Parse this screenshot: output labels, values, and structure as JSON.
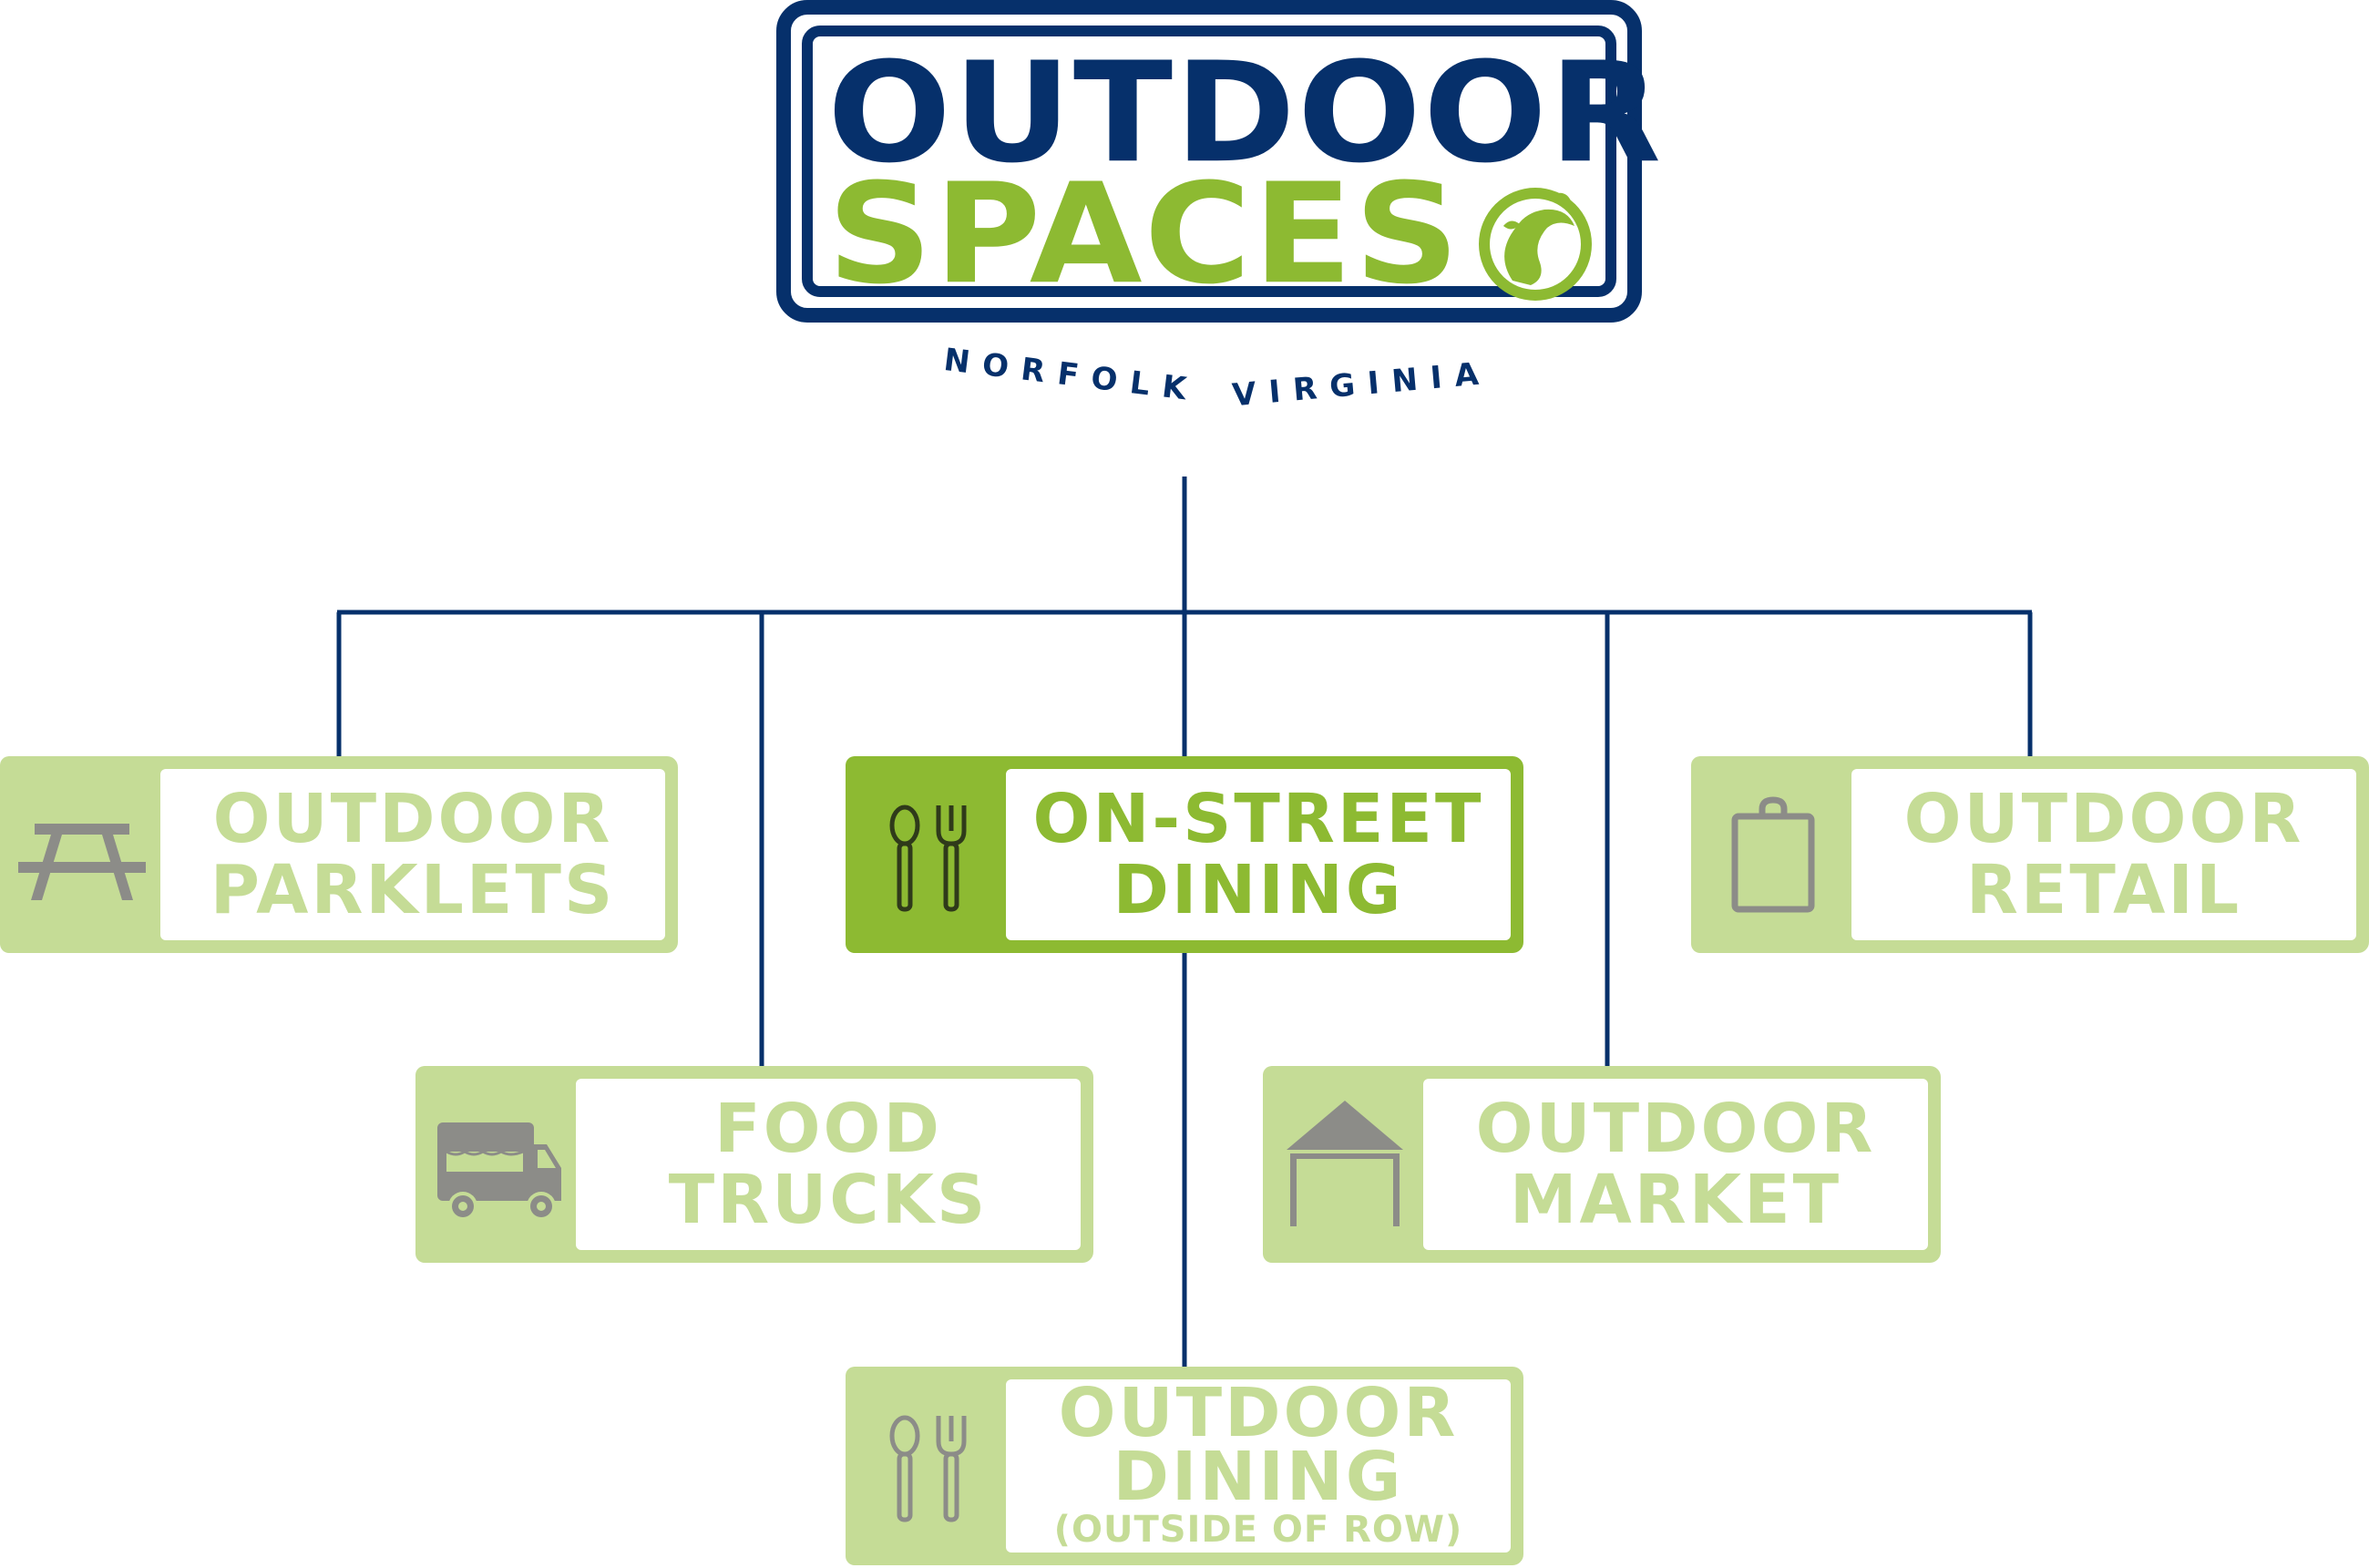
{
  "logo": {
    "line1": "OUTDOOR",
    "line2": "SPACES",
    "tagline_left": "NORFOLK",
    "tagline_right": "VIRGINIA",
    "mermaid_icon": "mermaid-icon"
  },
  "nodes": {
    "parklets": {
      "line1": "OUTDOOR",
      "line2": "PARKLETS",
      "icon": "picnic-table-icon",
      "state": "muted"
    },
    "on_street": {
      "line1": "ON-STREET",
      "line2": "DINING",
      "icon": "spoon-fork-icon",
      "state": "active"
    },
    "retail": {
      "line1": "OUTDOOR",
      "line2": "RETAIL",
      "icon": "shopping-bag-icon",
      "state": "muted"
    },
    "food_trucks": {
      "line1": "FOOD",
      "line2": "TRUCKS",
      "icon": "food-truck-icon",
      "state": "muted"
    },
    "market": {
      "line1": "OUTDOOR",
      "line2": "MARKET",
      "icon": "canopy-tent-icon",
      "state": "muted"
    },
    "outdoor_dining": {
      "line1": "OUTDOOR",
      "line2": "DINING",
      "line3": "(OUTSIDE OF ROW)",
      "icon": "spoon-fork-icon",
      "state": "muted"
    }
  },
  "colors": {
    "navy": "#06306b",
    "green": "#8dba32",
    "light_green": "#c5dc96",
    "icon_gray": "#8c8c88"
  }
}
